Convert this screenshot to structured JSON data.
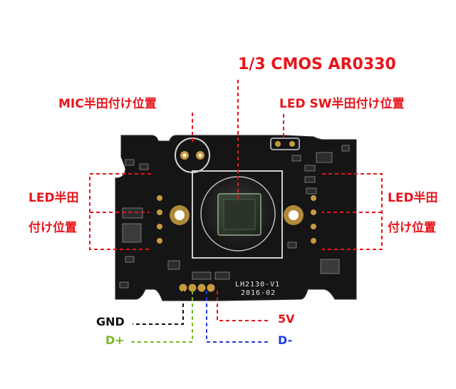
{
  "labels": {
    "sensor": "1/3 CMOS AR0330",
    "mic": "MIC半田付け位置",
    "led_sw": "LED SW半田付け位置",
    "led_left_1": "LED半田",
    "led_left_2": "付け位置",
    "led_right_1": "LED半田",
    "led_right_2": "付け位置",
    "gnd": "GND",
    "dplus": "D+",
    "v5": "5V",
    "dminus": "D-"
  },
  "silkscreen": {
    "model": "LH2130-V1",
    "date": "2016-02"
  },
  "colors": {
    "annotation_red": "#e8141a",
    "gnd_wire": "#111111",
    "dplus_wire": "#7ab827",
    "dminus_wire": "#1f3fd6",
    "pcb": "#151515"
  }
}
